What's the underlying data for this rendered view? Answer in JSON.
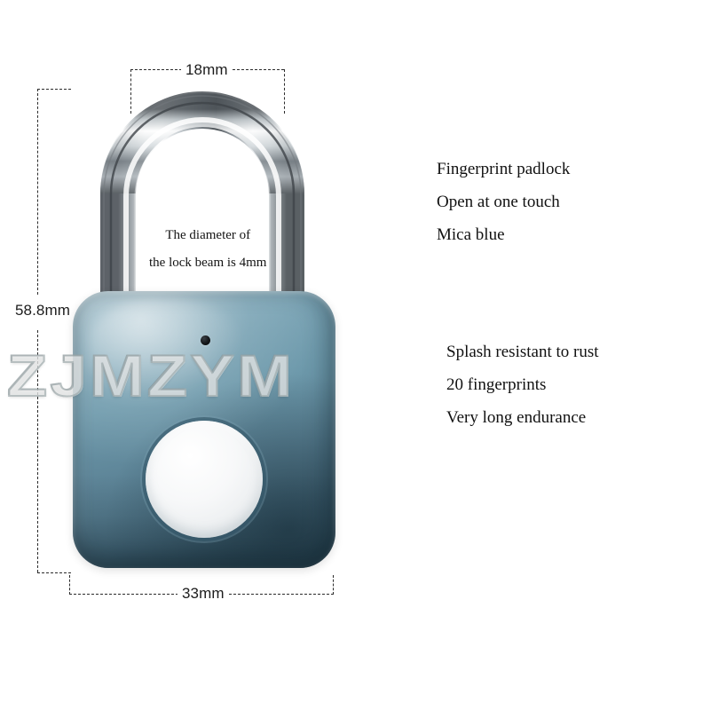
{
  "product": {
    "watermark": "ZJMZYM",
    "body_color_hex": "#6d99ab",
    "accent_dark_hex": "#44616e",
    "sensor_color_hex": "#f4f5f6",
    "shackle_color_hex": "#c9ced2"
  },
  "dimensions": {
    "width_label": "33mm",
    "height_label": "58.8mm",
    "shackle_width_label": "18mm"
  },
  "annotations": {
    "beam_line_1": "The diameter of",
    "beam_line_2": "the lock beam is 4mm"
  },
  "features": {
    "group_one": [
      "Fingerprint padlock",
      "Open at one touch",
      "Mica blue"
    ],
    "group_two": [
      "Splash resistant to rust",
      "20 fingerprints",
      "Very long endurance"
    ]
  }
}
